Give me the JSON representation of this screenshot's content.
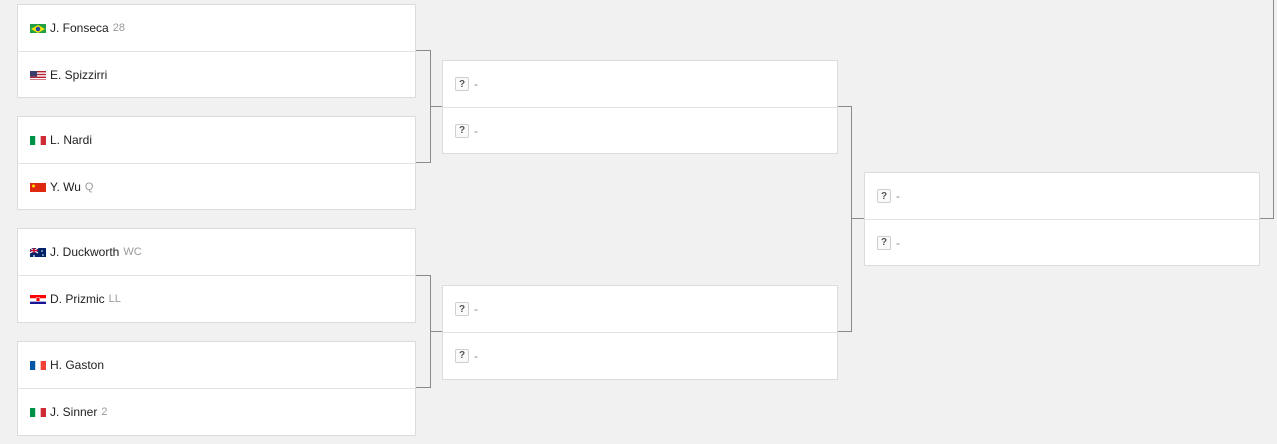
{
  "round1": [
    {
      "players": [
        {
          "flag": "BR",
          "name": "J. Fonseca",
          "seed": "28"
        },
        {
          "flag": "US",
          "name": "E. Spizzirri",
          "seed": ""
        }
      ]
    },
    {
      "players": [
        {
          "flag": "IT",
          "name": "L. Nardi",
          "seed": ""
        },
        {
          "flag": "CN",
          "name": "Y. Wu",
          "seed": "Q"
        }
      ]
    },
    {
      "players": [
        {
          "flag": "AU",
          "name": "J. Duckworth",
          "seed": "WC"
        },
        {
          "flag": "HR",
          "name": "D. Prizmic",
          "seed": "LL"
        }
      ]
    },
    {
      "players": [
        {
          "flag": "FR",
          "name": "H. Gaston",
          "seed": ""
        },
        {
          "flag": "IT",
          "name": "J. Sinner",
          "seed": "2"
        }
      ]
    }
  ],
  "tbd": {
    "badge": "?",
    "name": "-"
  }
}
